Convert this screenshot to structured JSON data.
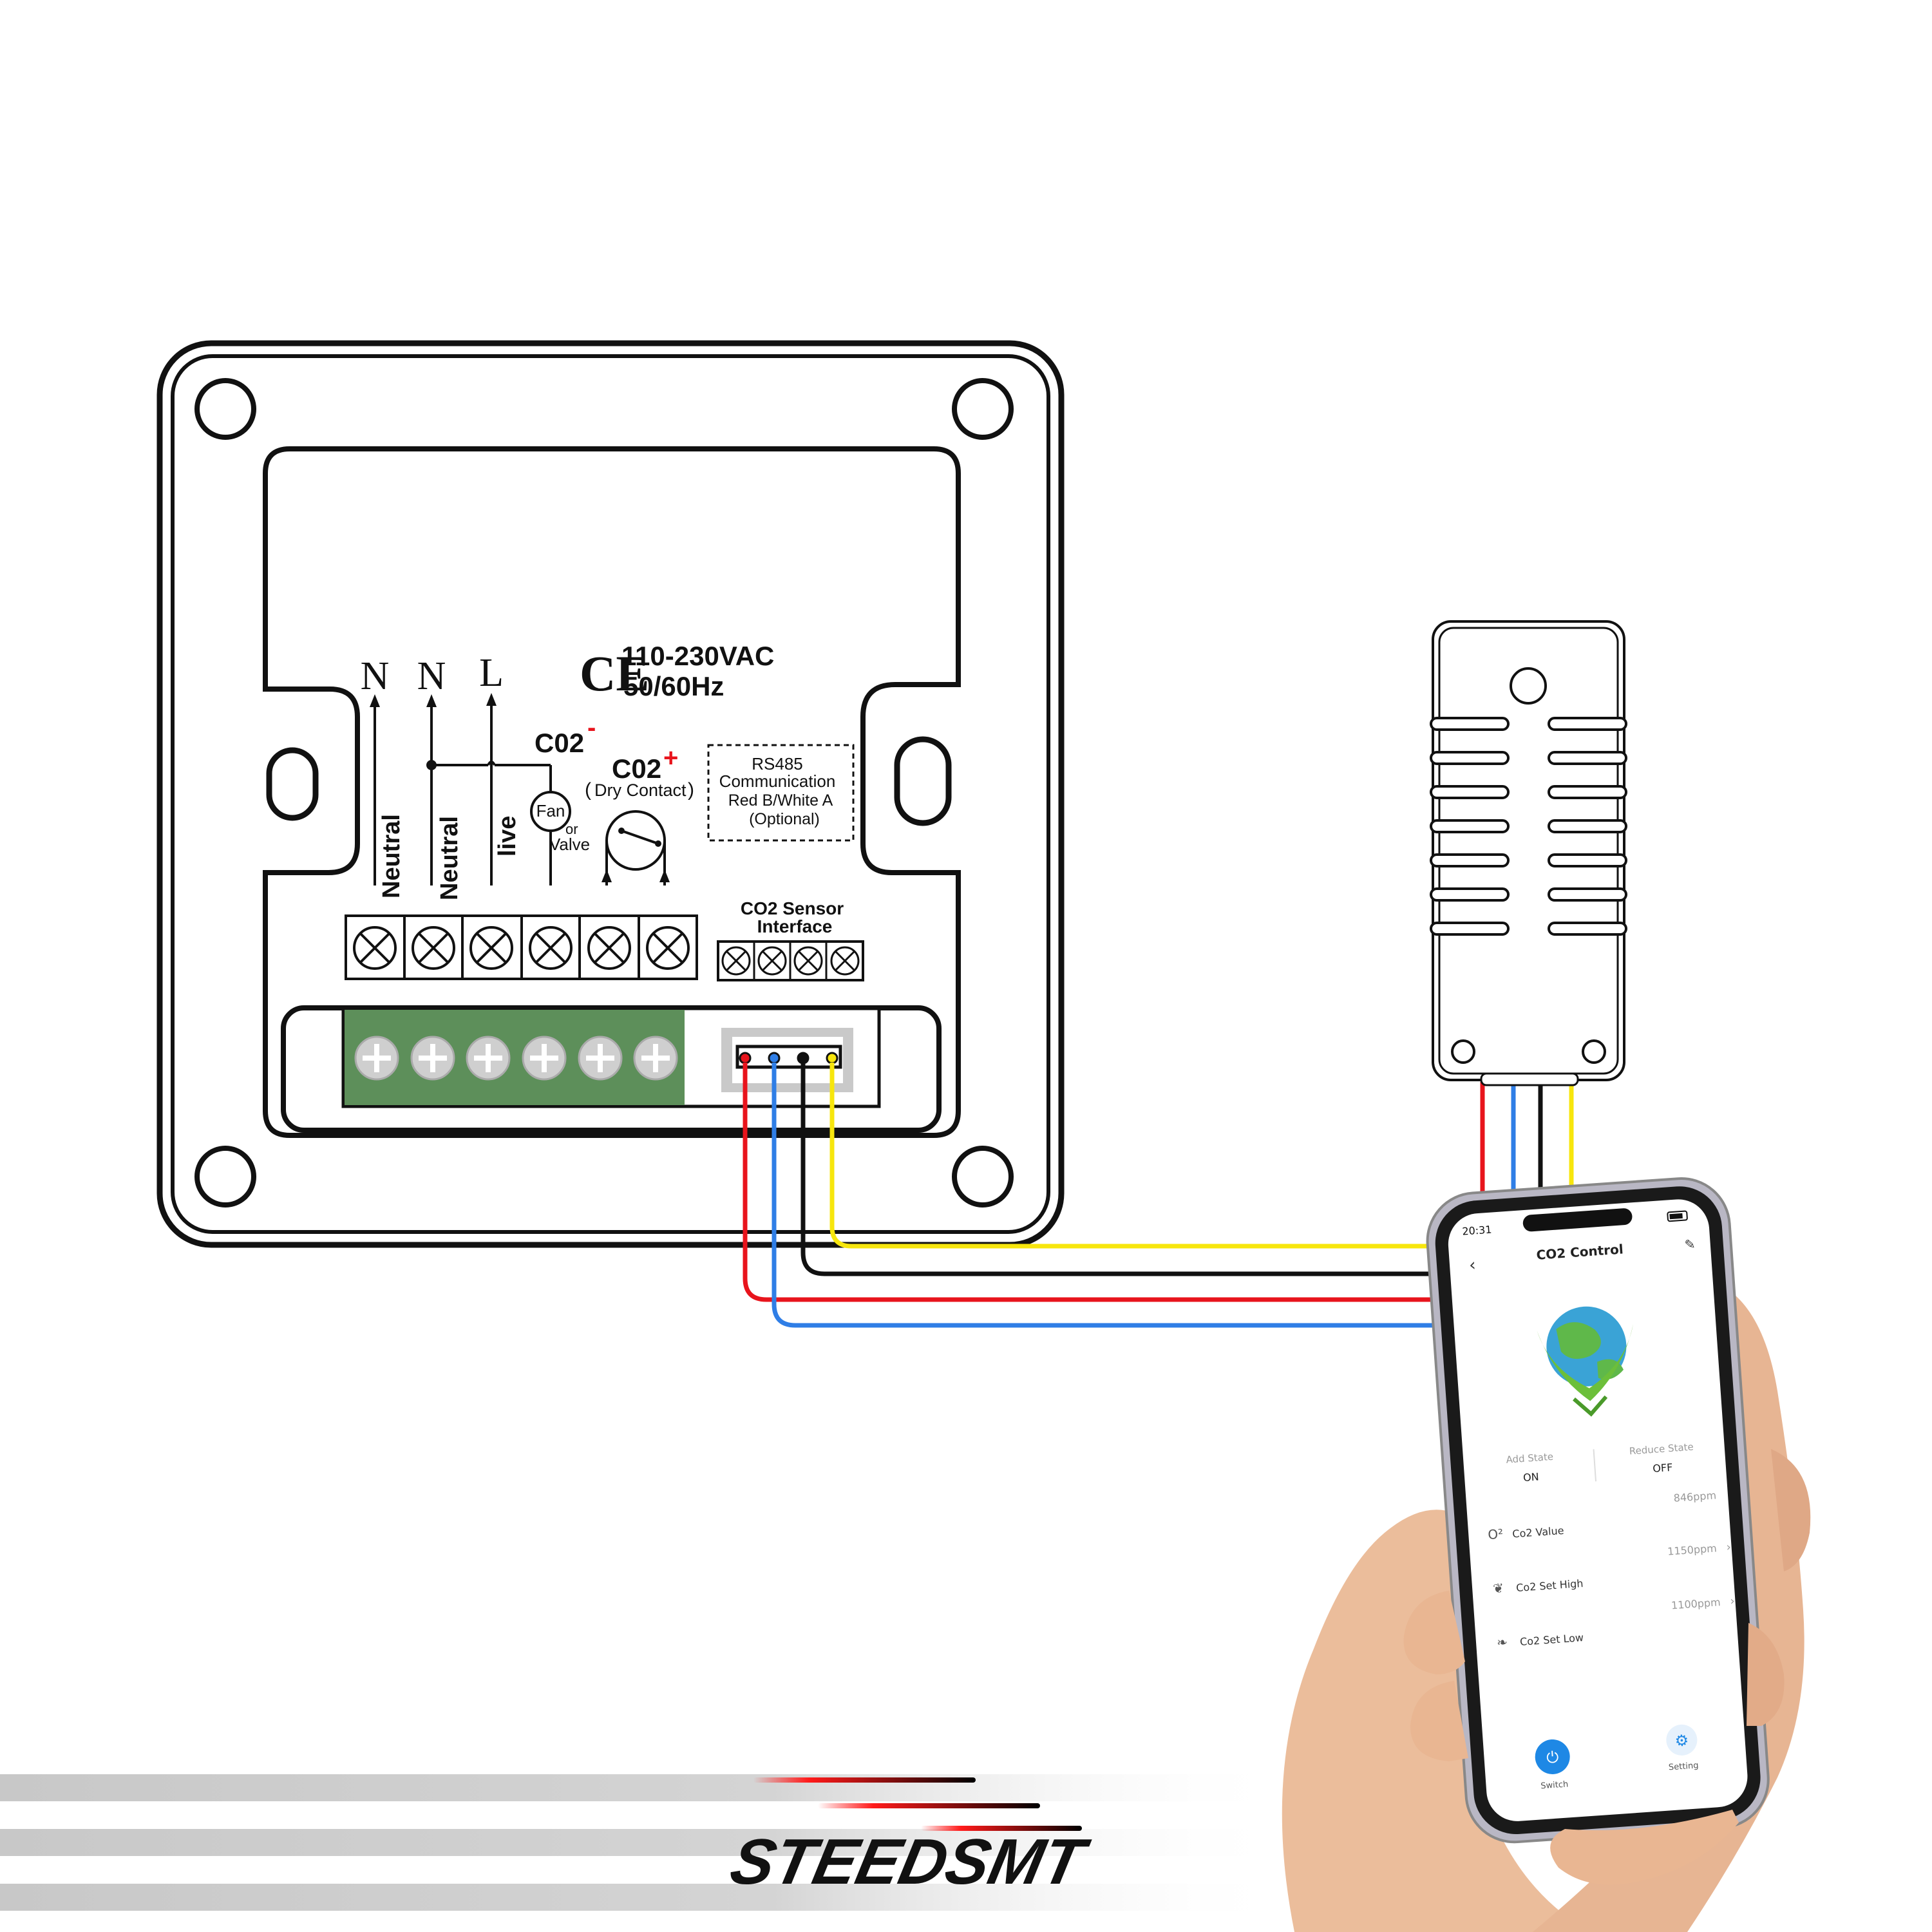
{
  "controller": {
    "terminal_top_labels": [
      "N",
      "N",
      "L"
    ],
    "terminal_side_labels": [
      "Neutral",
      "Neutral",
      "live"
    ],
    "ce_mark": "CE",
    "voltage": "110-230VAC",
    "frequency": "50/60Hz",
    "co2_minus": "C02",
    "co2_plus": "C02",
    "dry_contact": "Dry Contact",
    "fan": "Fan",
    "or": "or",
    "valve": "Valve",
    "rs485_lines": [
      "RS485",
      "Communication",
      "Red B/White A",
      "(Optional)"
    ],
    "sensor_interface_lines": [
      "CO2 Sensor",
      "Interface"
    ]
  },
  "wire_colors": {
    "red": "#e8141c",
    "blue": "#2f7ee6",
    "black": "#111111",
    "yellow": "#f7e60d",
    "terminal_green": "#5d8f5a"
  },
  "phone": {
    "status_time": "20:31",
    "title": "CO2 Control",
    "add_state_label": "Add State",
    "add_state_value": "ON",
    "reduce_state_label": "Reduce State",
    "reduce_state_value": "OFF",
    "rows": [
      {
        "label": "Co2 Value",
        "value": "846ppm",
        "icon": "co2-icon"
      },
      {
        "label": "Co2 Set High",
        "value": "1150ppm",
        "icon": "leaf-icon"
      },
      {
        "label": "Co2 Set Low",
        "value": "1100ppm",
        "icon": "leaf-low-icon"
      }
    ],
    "switch_label": "Switch",
    "setting_label": "Setting",
    "accent": "#1e88e5"
  },
  "brand": {
    "name": "STEEDSMT"
  }
}
